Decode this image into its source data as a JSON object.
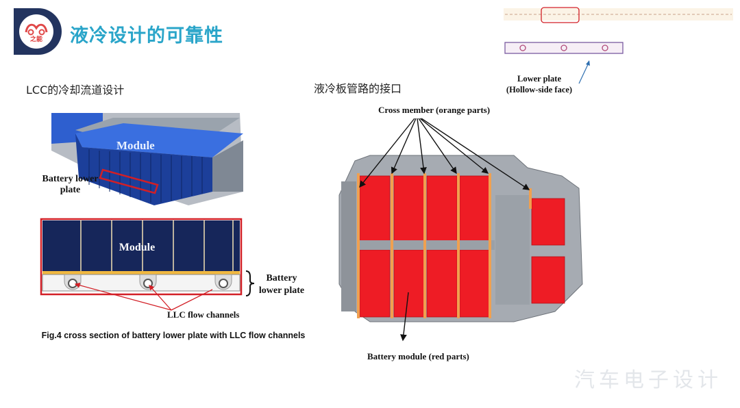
{
  "header": {
    "logo_text": "之能",
    "title": "液冷设计的可靠性"
  },
  "left": {
    "subtitle": "LCC的冷却流道设计",
    "top_image_module_label": "Module",
    "top_image_plate_label": "Battery lower plate",
    "section_module_label": "Module",
    "section_plate_label": "Battery lower plate",
    "flow_label": "LLC flow channels",
    "caption": "Fig.4 cross section of battery lower plate with LLC flow channels"
  },
  "right": {
    "subtitle": "液冷板管路的接口",
    "cross_member_label": "Cross member (orange parts)",
    "battery_module_label": "Battery module (red parts)",
    "lower_plate_label_1": "Lower plate",
    "lower_plate_label_2": "(Hollow-side face)"
  },
  "watermark": "汽车电子设计",
  "colors": {
    "title": "#2aa5c9",
    "module_blue": "#2d63d6",
    "module_navy": "#1a2a5c",
    "red_parts": "#ee1c25",
    "orange_parts": "#f0a050",
    "outline_red": "#d21f26"
  }
}
